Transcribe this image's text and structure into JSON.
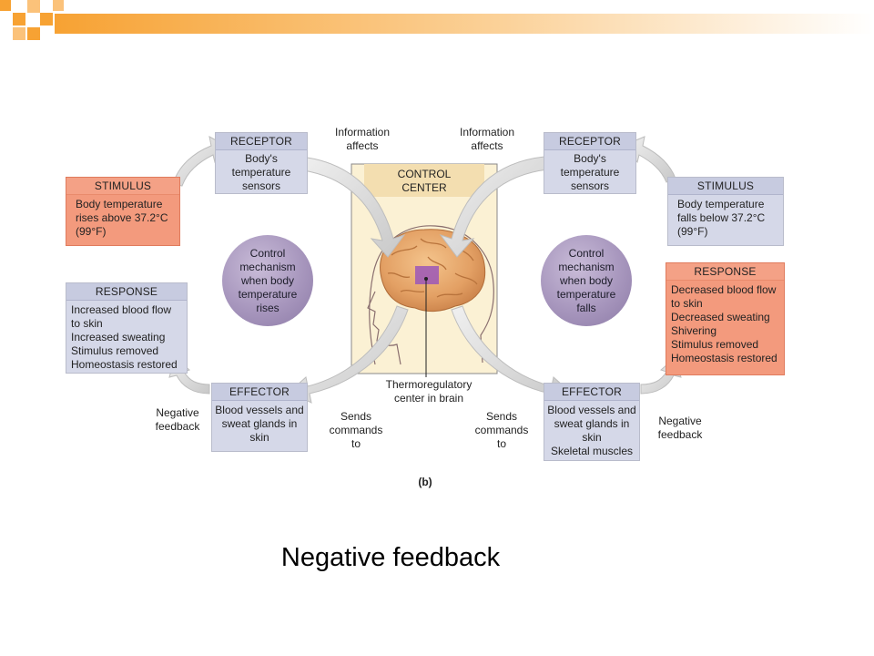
{
  "colors": {
    "accent_orange": "#f7a233",
    "box_blue": "#d5d8e8",
    "box_salmon": "#f39a7d",
    "circle_purple": "#a796bd",
    "arrow_gray": "#d9d9d9"
  },
  "labels": {
    "info_affects_left": "Information affects",
    "info_affects_right": "Information affects",
    "control_center": "CONTROL CENTER",
    "thermo_center": "Thermoregulatory center in brain",
    "sends_commands_left": "Sends commands to",
    "sends_commands_right": "Sends commands to",
    "neg_feedback_left": "Negative feedback",
    "neg_feedback_right": "Negative feedback",
    "panel_letter": "(b)"
  },
  "left": {
    "receptor": {
      "title": "RECEPTOR",
      "text": "Body's temperature sensors"
    },
    "stimulus": {
      "title": "STIMULUS",
      "text": "Body temperature rises above 37.2°C (99°F)"
    },
    "mechanism": "Control mechanism when body temperature rises",
    "response": {
      "title": "RESPONSE",
      "lines": [
        "Increased blood flow to skin",
        "Increased sweating",
        "Stimulus removed",
        "Homeostasis restored"
      ]
    },
    "effector": {
      "title": "EFFECTOR",
      "text": "Blood vessels and sweat glands in skin"
    }
  },
  "right": {
    "receptor": {
      "title": "RECEPTOR",
      "text": "Body's temperature sensors"
    },
    "stimulus": {
      "title": "STIMULUS",
      "text": "Body temperature falls below 37.2°C (99°F)"
    },
    "mechanism": "Control mechanism when body temperature falls",
    "response": {
      "title": "RESPONSE",
      "lines": [
        "Decreased blood flow to skin",
        "Decreased sweating",
        "Shivering",
        "Stimulus removed",
        "Homeostasis restored"
      ]
    },
    "effector": {
      "title": "EFFECTOR",
      "lines": [
        "Blood vessels and sweat glands in skin",
        "Skeletal muscles"
      ]
    }
  },
  "slide_title": "Negative feedback"
}
